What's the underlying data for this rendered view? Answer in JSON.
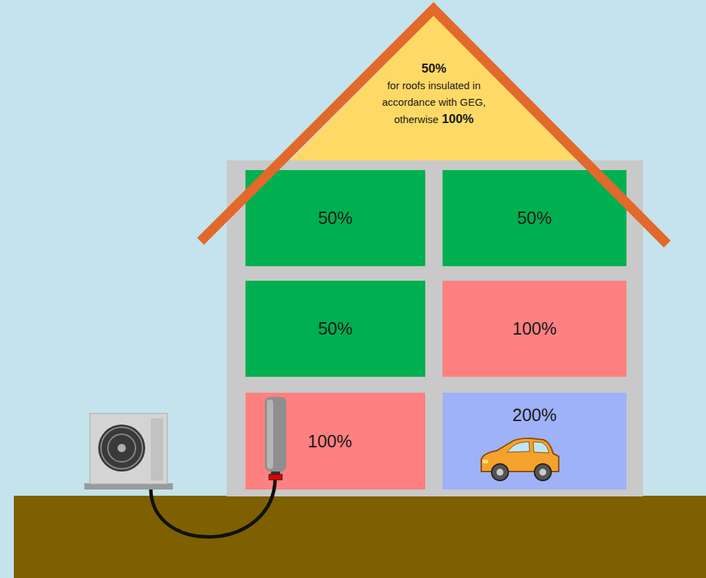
{
  "diagram": {
    "nodes": [
      {
        "text": [
          "50%",
          "for roofs insulated in accordance with GEG, otherwise",
          "100%"
        ]
      },
      {
        "text": [
          "50%"
        ]
      },
      {
        "text": [
          "50%"
        ]
      },
      {
        "text": [
          "50%"
        ]
      },
      {
        "text": [
          "100%"
        ]
      },
      {
        "text": [
          "100%"
        ]
      },
      {
        "text": [
          "200%"
        ]
      }
    ]
  }
}
